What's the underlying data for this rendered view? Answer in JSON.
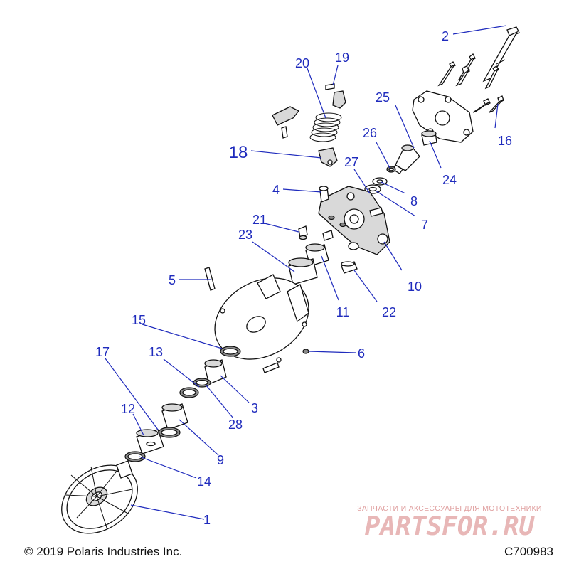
{
  "callouts": {
    "c1": "1",
    "c2": "2",
    "c3": "3",
    "c4": "4",
    "c5": "5",
    "c6": "6",
    "c7": "7",
    "c8": "8",
    "c9": "9",
    "c10": "10",
    "c11": "11",
    "c12": "12",
    "c13": "13",
    "c14": "14",
    "c15": "15",
    "c16": "16",
    "c17": "17",
    "c18": "18",
    "c19": "19",
    "c20": "20",
    "c21": "21",
    "c22": "22",
    "c23": "23",
    "c24": "24",
    "c25": "25",
    "c26": "26",
    "c27": "27",
    "c28": "28"
  },
  "watermark": {
    "tagline": "ЗАПЧАСТИ И АКСЕССУАРЫ ДЛЯ МОТОТЕХНИКИ",
    "logo": "PARTSFOR.RU"
  },
  "footer": {
    "copyright": "© 2019 Polaris Industries Inc.",
    "code": "C700983"
  },
  "colors": {
    "callout": "#1f2bbd",
    "line_art": "#111111",
    "watermark": "#e8b7b7"
  }
}
